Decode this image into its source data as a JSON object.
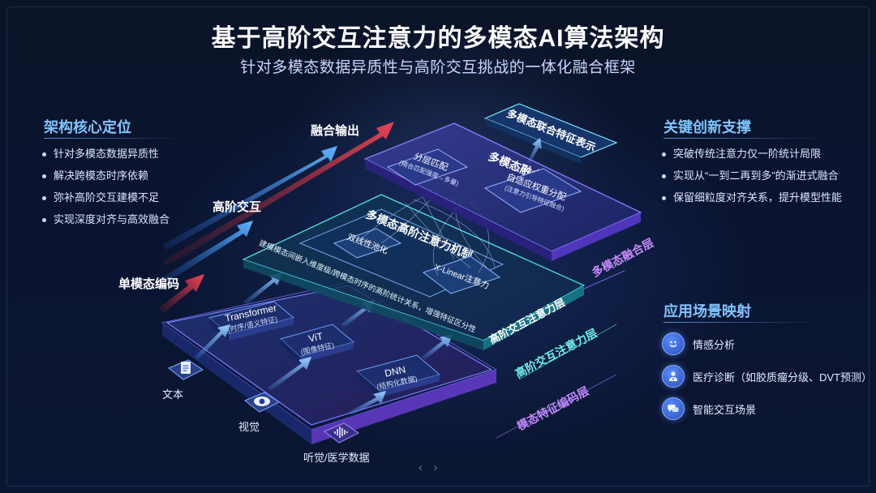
{
  "title": "基于高阶交互注意力的多模态AI算法架构",
  "subtitle": "针对多模态数据异质性与高阶交互挑战的一体化融合框架",
  "left_panel": {
    "title": "架构核心定位",
    "items": [
      "针对多模态数据异质性",
      "解决跨模态时序依赖",
      "弥补高阶交互建模不足",
      "实现深度对齐与高效融合"
    ]
  },
  "right_panel": {
    "title": "关键创新支撑",
    "items": [
      "突破传统注意力仅一阶统计局限",
      "实现从“一到二再到多”的渐进式融合",
      "保留细粒度对齐关系，提升模型性能"
    ]
  },
  "apps": {
    "title": "应用场景映射",
    "items": [
      {
        "label": "情感分析",
        "icon": "smile-icon"
      },
      {
        "label": "医疗诊断（如胶质瘤分级、DVT预测）",
        "icon": "doctor-icon"
      },
      {
        "label": "智能交互场景",
        "icon": "chat-icon"
      }
    ]
  },
  "stages": {
    "encode": "单模态编码",
    "interact": "高阶交互",
    "output": "融合输出"
  },
  "inputs": [
    {
      "label": "文本",
      "icon": "document-icon"
    },
    {
      "label": "视觉",
      "icon": "eye-icon"
    },
    {
      "label": "听觉/医学数据",
      "icon": "waveform-icon"
    }
  ],
  "encoders": [
    {
      "name": "Transformer",
      "sub": "(时序/语义特征)"
    },
    {
      "name": "ViT",
      "sub": "(图像特征)"
    },
    {
      "name": "DNN",
      "sub": "(结构化数据)"
    }
  ],
  "layers": {
    "bottom_label": "模态特征编码层",
    "middle_top_label": "高阶交互注意力层",
    "middle_side_label": "高阶交互注意力层",
    "top_side_label": "多模态融合层",
    "top_title": "多模态融合层",
    "output_box": "多模态联合特征表示"
  },
  "attention": {
    "title": "多模态高阶注意力机制",
    "pooling": "双线性池化",
    "xlinear": "X-Linear注意力",
    "desc": "建模模态间嵌入维度级/跨模态时序的高阶统计关系，增强特征区分性"
  },
  "fusion": {
    "match_title": "分层匹配",
    "match_sub": "(精合匹配强度→多量)",
    "weight_title": "自适应权重分配",
    "weight_sub": "(注意力引导特征融合)"
  },
  "nav": {
    "prev": "‹",
    "next": "›"
  },
  "colors": {
    "accent_blue": "#4aa8ff",
    "accent_red": "#ff4a55",
    "cyan_layer": "#4fe3e0",
    "violet_layer": "#b06bff",
    "top_layer": "#7a6cff"
  }
}
